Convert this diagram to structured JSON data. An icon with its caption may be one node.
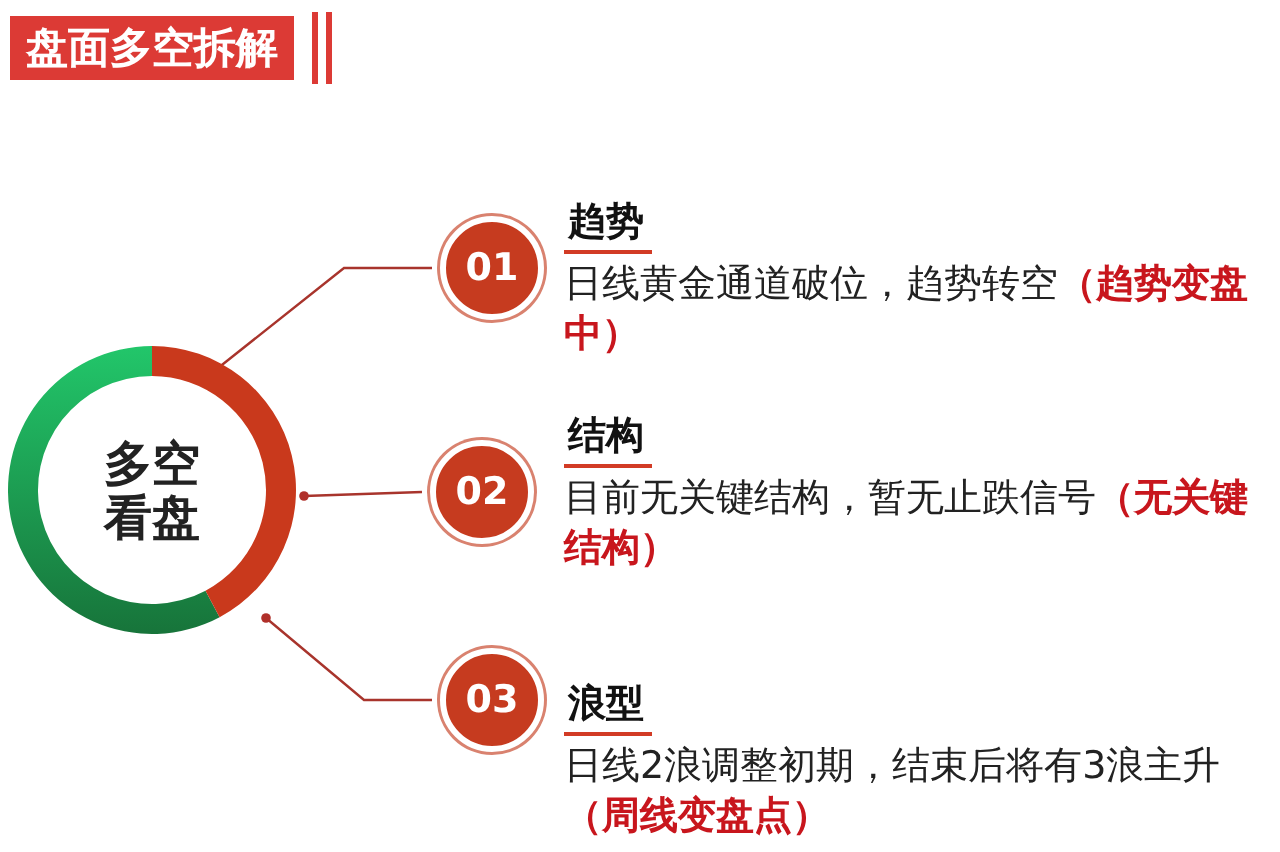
{
  "diagram": {
    "title": "盘面多空拆解",
    "nodes": [
      {
        "text": [
          "多空看盘"
        ]
      },
      {
        "text": [
          "01"
        ],
        "beside": [
          "趋势",
          "日线黄金通道破位，趋势转空**（趋势变盘中）**"
        ]
      },
      {
        "text": [
          "02"
        ],
        "beside": [
          "结构",
          "目前无关键结构，暂无止跌信号**（无关键结构）**"
        ]
      },
      {
        "text": [
          "03"
        ],
        "beside": [
          "浪型",
          "日线2浪调整初期，结束后将有3浪主升**（周线变盘点）**"
        ]
      }
    ],
    "edges": [
      {
        "from": 1,
        "to": 0,
        "arrow": "other"
      },
      {
        "from": 2,
        "to": 0,
        "arrow": "other"
      },
      {
        "from": 3,
        "to": 0,
        "arrow": "other"
      }
    ]
  }
}
